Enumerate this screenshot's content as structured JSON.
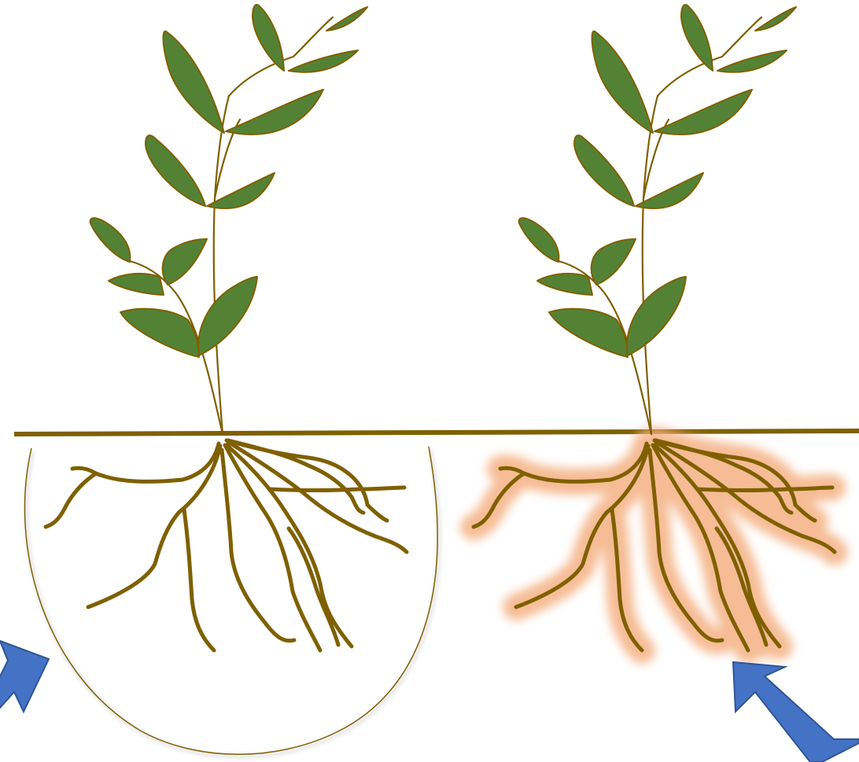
{
  "colors": {
    "leaf_fill": "#548235",
    "outline": "#7f6000",
    "root": "#7f6000",
    "ground": "#7f6000",
    "rhizosphere_circle": "#7f6000",
    "rhizosphere_glow": "#f4b183",
    "arrow": "#4472c4",
    "arrow_edge": "#2f5597",
    "background": "#ffffff"
  },
  "figure": {
    "panels": [
      {
        "id": "left",
        "highlight": "circle-boundary",
        "arrow": "pointing-up-right-at-circle"
      },
      {
        "id": "right",
        "highlight": "orange-glow-around-roots",
        "arrow": "pointing-up-left-at-roots"
      }
    ],
    "icons": [
      "plant-shoot-icon",
      "root-system-icon",
      "soil-line-icon",
      "arrow-icon"
    ]
  }
}
